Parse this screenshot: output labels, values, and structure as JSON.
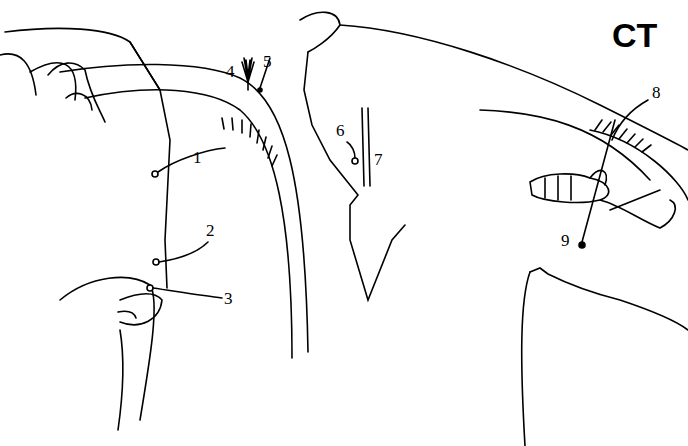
{
  "diagram": {
    "labels": [
      "CT",
      "1",
      "2",
      "3",
      "4",
      "5",
      "6",
      "7",
      "8",
      "9"
    ]
  }
}
